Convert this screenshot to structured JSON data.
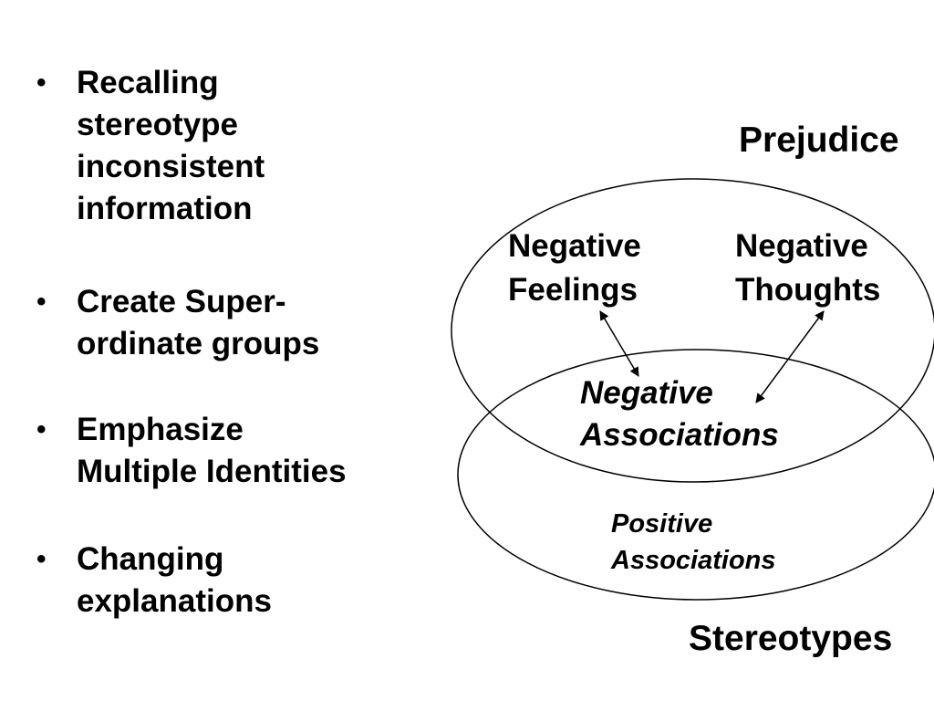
{
  "bullets": [
    {
      "text": "Recalling\nstereotype\ninconsistent\ninformation"
    },
    {
      "text": "Create Super-\nordinate groups"
    },
    {
      "text": "Emphasize\nMultiple Identities"
    },
    {
      "text": "Changing\nexplanations"
    }
  ],
  "bullet_symbol": "•",
  "diagram": {
    "top_circle_title": "Prejudice",
    "bottom_circle_title": "Stereotypes",
    "negative_feelings": "Negative\nFeelings",
    "negative_thoughts": "Negative\nThoughts",
    "negative_associations": "Negative\nAssociations",
    "positive_associations": "Positive\nAssociations"
  }
}
